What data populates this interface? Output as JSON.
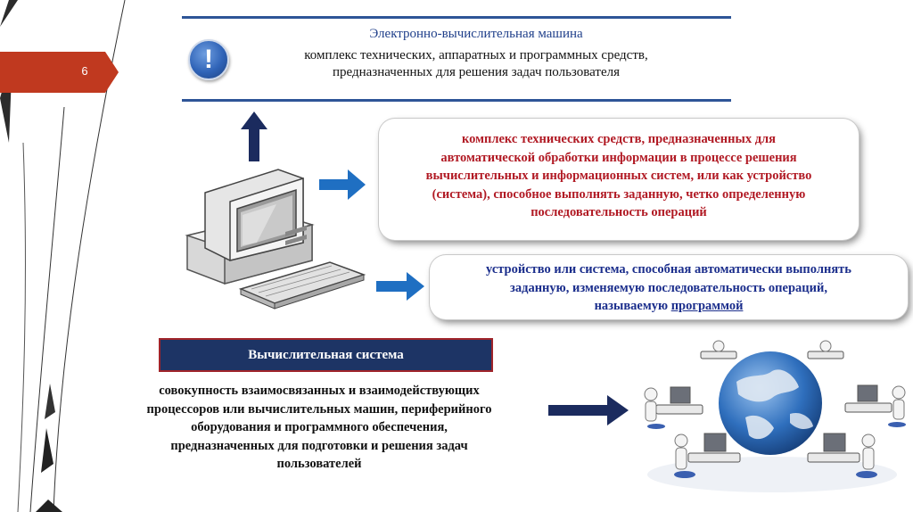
{
  "slide": {
    "page_number": "6"
  },
  "header": {
    "title": "Электронно-вычислительная машина",
    "description_line1": "комплекс технических, аппаратных и программных  средств,",
    "description_line2": "предназначенных для решения задач пользователя",
    "icon_symbol": "!"
  },
  "definition_red": {
    "line1": "комплекс технических средств, предназначенных для",
    "line2": "автоматической обработки информации в процессе решения",
    "line3": "вычислительных и информационных систем, или как устройство",
    "line4": "(система), способное выполнять заданную, четко определенную",
    "line5": "последовательность операций"
  },
  "definition_blue": {
    "line1": "устройство или система, способная автоматически выполнять",
    "line2": "заданную, изменяемую последовательность операций,",
    "line3_prefix": "называемую ",
    "line3_link": "программой"
  },
  "system": {
    "title": "Вычислительная система",
    "line1": "совокупность взаимосвязанных и взаимодействующих",
    "line2": "процессоров или вычислительных машин, периферийного",
    "line3": "оборудования и программного обеспечения,",
    "line4": "предназначенных для подготовки и решения задач",
    "line5": "пользователей"
  },
  "icons": [
    "exclamation-icon",
    "computer-icon",
    "network-globe-icon",
    "arrow-up-icon",
    "arrow-right-icon"
  ],
  "colors": {
    "tab_red": "#c0391f",
    "header_line": "#2e5597",
    "title_blue": "#1f3f8a",
    "definition_red": "#b11a24",
    "definition_blue": "#1b2e8c",
    "system_box_fill": "#1d3465",
    "system_box_border": "#a0242a",
    "arrow_blue": "#1f6fc2",
    "arrow_navy": "#1b2b5e"
  }
}
